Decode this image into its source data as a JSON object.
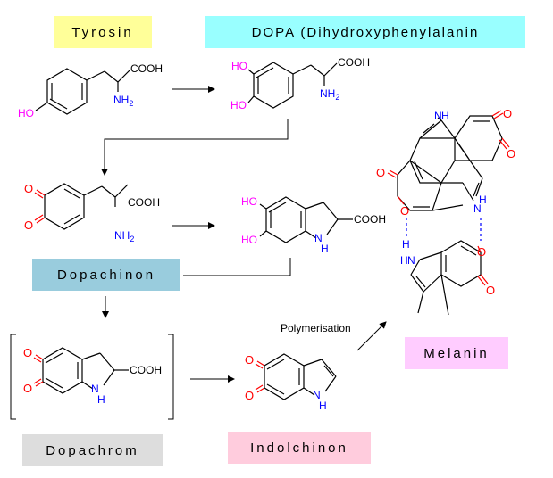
{
  "labels": {
    "tyrosin": "Tyrosin",
    "dopa": "DOPA (Dihydroxyphenylalanin",
    "dopachinon": "Dopachinon",
    "dopachrom": "Dopachrom",
    "indolchinon": "Indolchinon",
    "melanin": "Melanin",
    "polymerisation": "Polymerisation"
  },
  "atoms": {
    "cooh": "COOH",
    "nh2_n": "NH",
    "nh2_sub": "2",
    "ho": "HO",
    "oh": "HO",
    "o": "O",
    "n": "N",
    "h": "H"
  },
  "colors": {
    "tyrosin_bg": "#ffff99",
    "dopa_bg": "#99ffff",
    "dopachinon_bg": "#99ccdd",
    "dopachrom_bg": "#dddddd",
    "indolchinon_bg": "#ffccdd",
    "melanin_bg": "#ffccff",
    "oxygen_hydroxyl": "#ff00ff",
    "oxygen_carbonyl": "#ff0000",
    "nitrogen": "#0000ff",
    "hydrogen_bond": "#0000ff"
  }
}
